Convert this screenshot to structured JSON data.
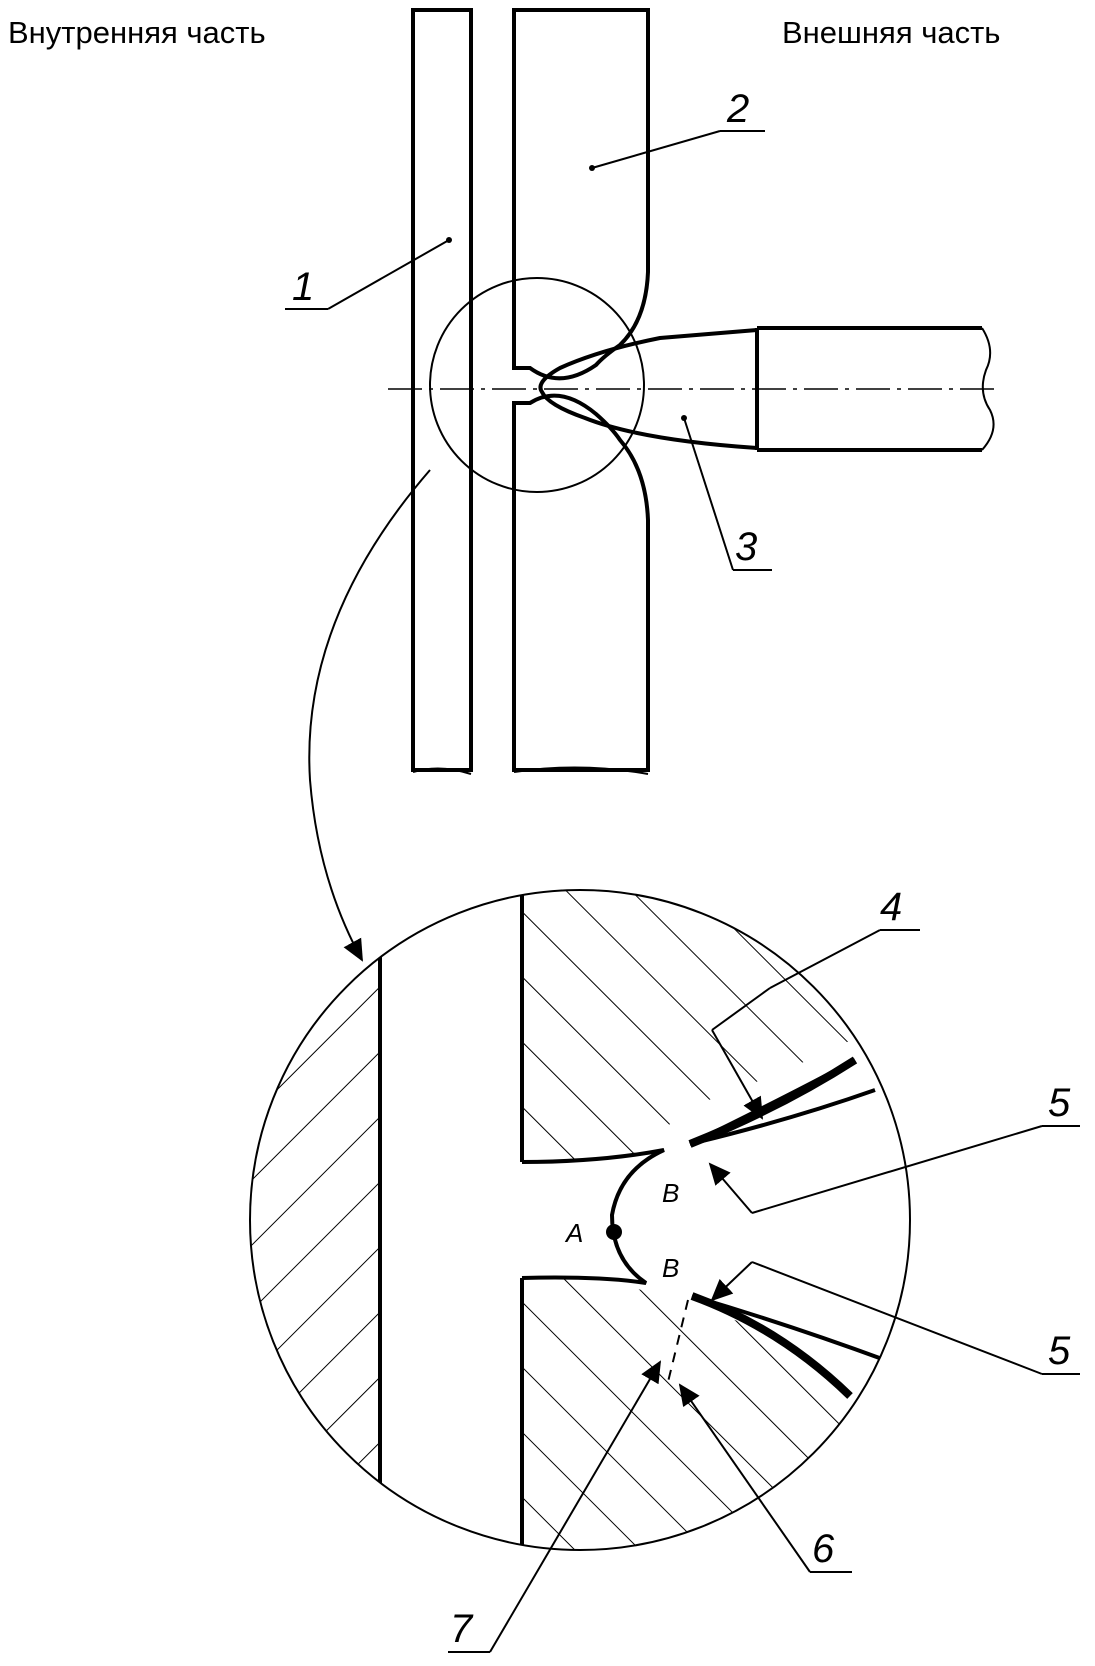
{
  "headers": {
    "inner": "Внутренняя часть",
    "outer": "Внешняя часть"
  },
  "callouts": {
    "c1": "1",
    "c2": "2",
    "c3": "3",
    "c4": "4",
    "c5_upper": "5",
    "c5_lower": "5",
    "c6": "6",
    "c7": "7"
  },
  "points": {
    "a": "A",
    "b_upper": "B",
    "b_lower": "B"
  },
  "colors": {
    "line": "#000000",
    "background": "#ffffff"
  }
}
